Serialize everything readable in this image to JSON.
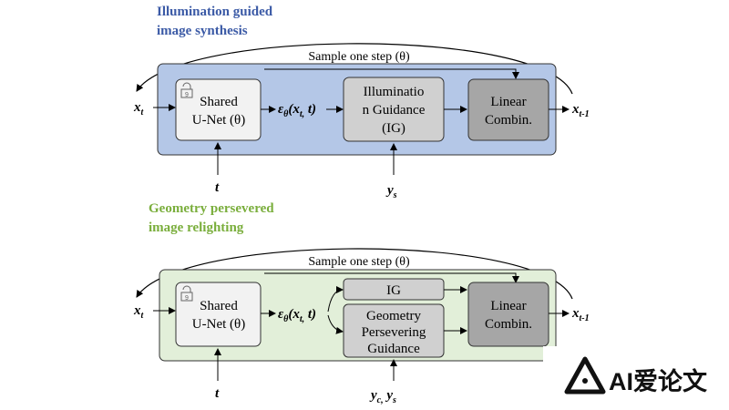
{
  "panel_a": {
    "title_line1": "Illumination guided",
    "title_line2": "image synthesis",
    "title_color": "#3b5aa6",
    "panel_fill": "#b4c7e7",
    "sample_label": "Sample one step (θ)",
    "input_var": "x",
    "input_sub": "t",
    "output_var": "x",
    "output_sub": "t-1",
    "unet_line1": "Shared",
    "unet_line2": "U-Net (θ)",
    "eps_label": "ε",
    "eps_sub": "θ",
    "eps_args_pre": "(x",
    "eps_args_sub": "t,",
    "eps_args_post": " t)",
    "ig_line1": "Illuminatio",
    "ig_line2": "n Guidance",
    "ig_line3": "(IG)",
    "lin_line1": "Linear",
    "lin_line2": "Combin.",
    "t_label": "t",
    "cond_var": "y",
    "cond_sub": "s"
  },
  "panel_b": {
    "title_line1": "Geometry persevered",
    "title_line2": "image relighting",
    "title_color": "#7aae3c",
    "panel_fill": "#e2efd9",
    "sample_label": "Sample one step (θ)",
    "input_var": "x",
    "input_sub": "t",
    "output_var": "x",
    "output_sub": "t-1",
    "unet_line1": "Shared",
    "unet_line2": "U-Net (θ)",
    "eps_label": "ε",
    "eps_sub": "θ",
    "eps_args_pre": "(x",
    "eps_args_sub": "t,",
    "eps_args_post": " t)",
    "ig_label": "IG",
    "gpg_line1": "Geometry",
    "gpg_line2": "Persevering",
    "gpg_line3": "Guidance",
    "lin_line1": "Linear",
    "lin_line2": "Combin.",
    "t_label": "t",
    "cond_var1": "y",
    "cond_sub1": "c,",
    "cond_var2": " y",
    "cond_sub2": "s"
  },
  "watermark": {
    "text": "AI爱论文",
    "icon": "ai-logo-icon"
  }
}
